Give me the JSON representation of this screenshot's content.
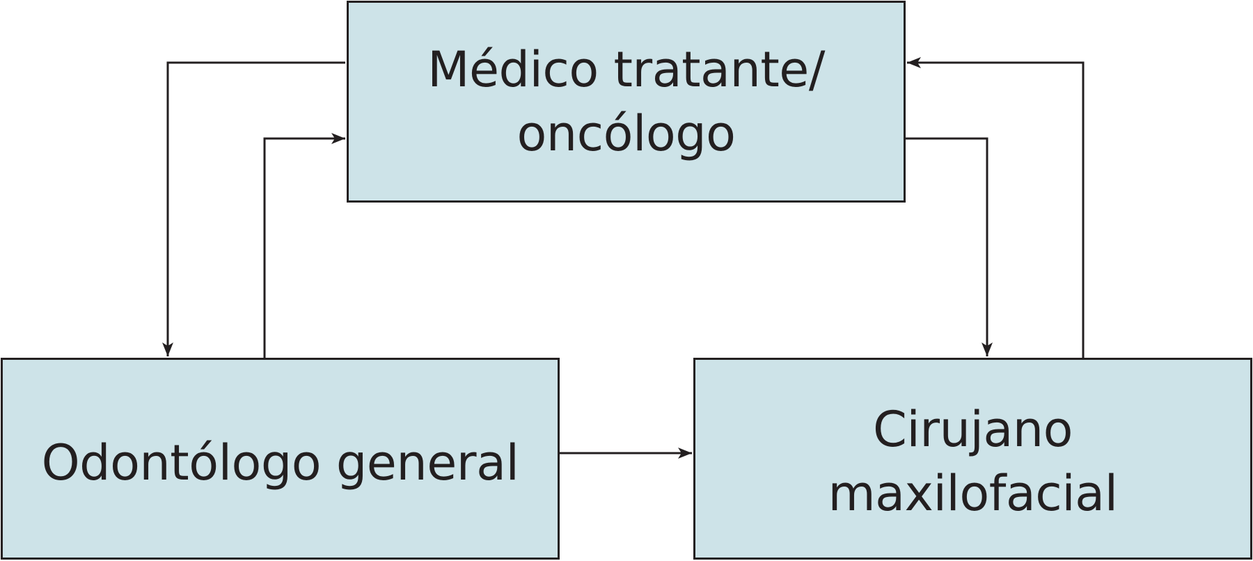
{
  "diagram": {
    "colors": {
      "box_fill": "#cde3e8",
      "stroke": "#231f20",
      "text": "#231f20"
    },
    "nodes": {
      "top": {
        "label": "Médico tratante/\noncólogo"
      },
      "left": {
        "label": "Odontólogo general"
      },
      "right": {
        "label": "Cirujano\nmaxilofacial"
      }
    },
    "edges": [
      {
        "from": "top",
        "to": "left"
      },
      {
        "from": "left",
        "to": "top"
      },
      {
        "from": "top",
        "to": "right"
      },
      {
        "from": "right",
        "to": "top"
      },
      {
        "from": "left",
        "to": "right"
      }
    ]
  }
}
